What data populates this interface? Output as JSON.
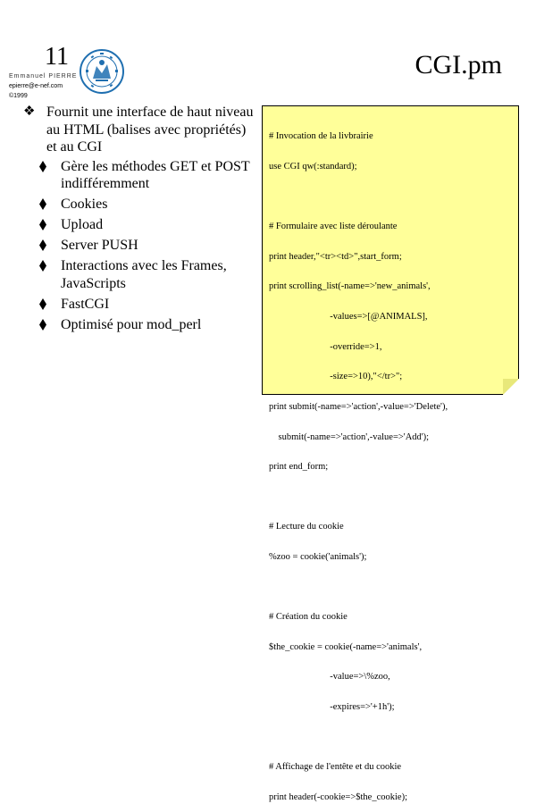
{
  "header": {
    "slide_number": "11",
    "author_name": "Emmanuel PIERRE",
    "author_email": "epierre@e-nef.com",
    "copyright": "©1999",
    "title": "CGI.pm"
  },
  "bullets": {
    "main": "Fournit une interface de haut niveau au HTML (balises avec propriétés) et au CGI",
    "items": [
      "Gère les méthodes GET et POST indifféremment",
      "Cookies",
      "Upload",
      "Server PUSH",
      "Interactions avec les Frames, JavaScripts",
      "FastCGI",
      "Optimisé pour mod_perl"
    ]
  },
  "code": {
    "lines": [
      "# Invocation de la livbrairie",
      "use CGI qw(:standard);",
      "",
      "# Formulaire avec liste déroulante",
      "print header,\"<tr><td>\",start_form;",
      "print scrolling_list(-name=>'new_animals',",
      "                          -values=>[@ANIMALS],",
      "                          -override=>1,",
      "                          -size=>10),\"</tr>\";",
      "print submit(-name=>'action',-value=>'Delete'),",
      "    submit(-name=>'action',-value=>'Add');",
      "print end_form;",
      "",
      "# Lecture du cookie",
      "%zoo = cookie('animals');",
      "",
      "# Création du cookie",
      "$the_cookie = cookie(-name=>'animals',",
      "                          -value=>\\%zoo,",
      "                          -expires=>'+1h');",
      "",
      "# Affichage de l'entête et du cookie",
      "print header(-cookie=>$the_cookie);"
    ]
  },
  "colors": {
    "note_background": "#ffff99",
    "logo_blue": "#1f6fb0"
  }
}
